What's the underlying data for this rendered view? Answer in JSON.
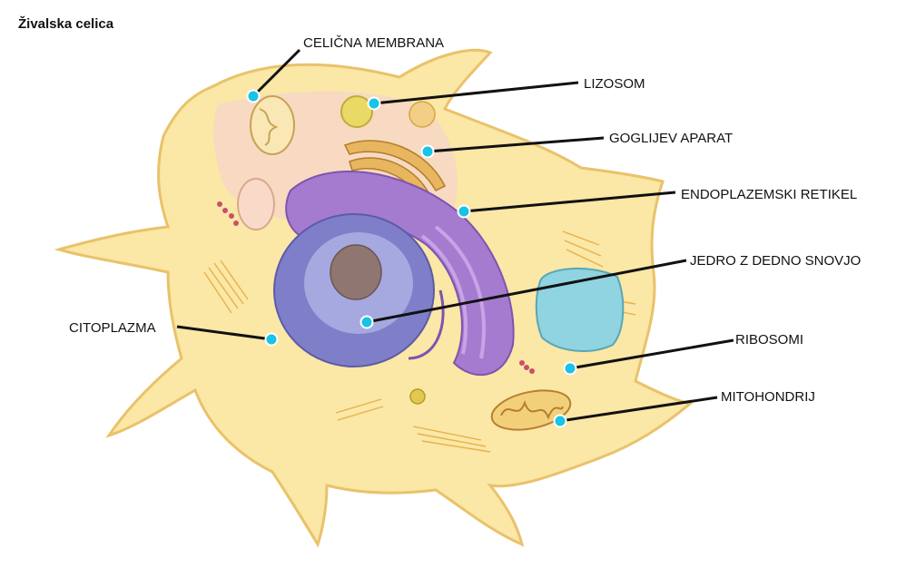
{
  "title": "Živalska celica",
  "labels": {
    "membrane": "CELIČNA MEMBRANA",
    "lysosome": "LIZOSOM",
    "golgi": "GOGLIJEV APARAT",
    "er": "ENDOPLAZEMSKI RETIKEL",
    "nucleus": "JEDRO Z DEDNO SNOVJO",
    "cytoplasm": "CITOPLAZMA",
    "ribosomes": "RIBOSOMI",
    "mitochondrion": "MITOHONDRIJ"
  },
  "colors": {
    "cell_fill": "#fbe7a6",
    "cell_edge": "#e9c26a",
    "cytoplasm_pink": "#f6d7c8",
    "nucleus": "#7f7ec9",
    "nucleolus": "#8f7670",
    "er": "#a57bd0",
    "golgi": "#d9a548",
    "vacuole": "#8fd4e0",
    "marker": "#18c3e6",
    "leader": "#111111"
  }
}
